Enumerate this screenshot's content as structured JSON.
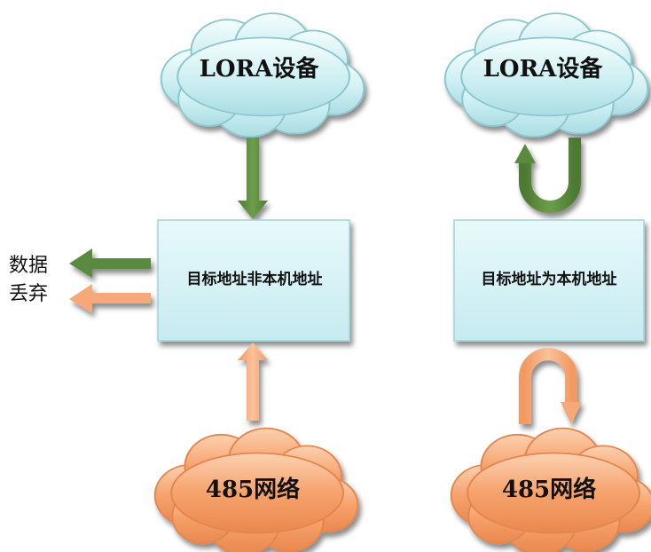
{
  "colors": {
    "cloud_blue": "#cdeff2",
    "cloud_orange": "#f7a26c",
    "box_fill": "#d3f0f4",
    "arrow_green": "#5a8a3c",
    "arrow_orange": "#f7a878"
  },
  "left": {
    "top_cloud": "LORA设备",
    "box": "目标地址非本机地址",
    "bottom_cloud": "485网络",
    "discard_line1": "数据",
    "discard_line2": "丢弃"
  },
  "right": {
    "top_cloud": "LORA设备",
    "box": "目标地址为本机地址",
    "bottom_cloud": "485网络"
  }
}
